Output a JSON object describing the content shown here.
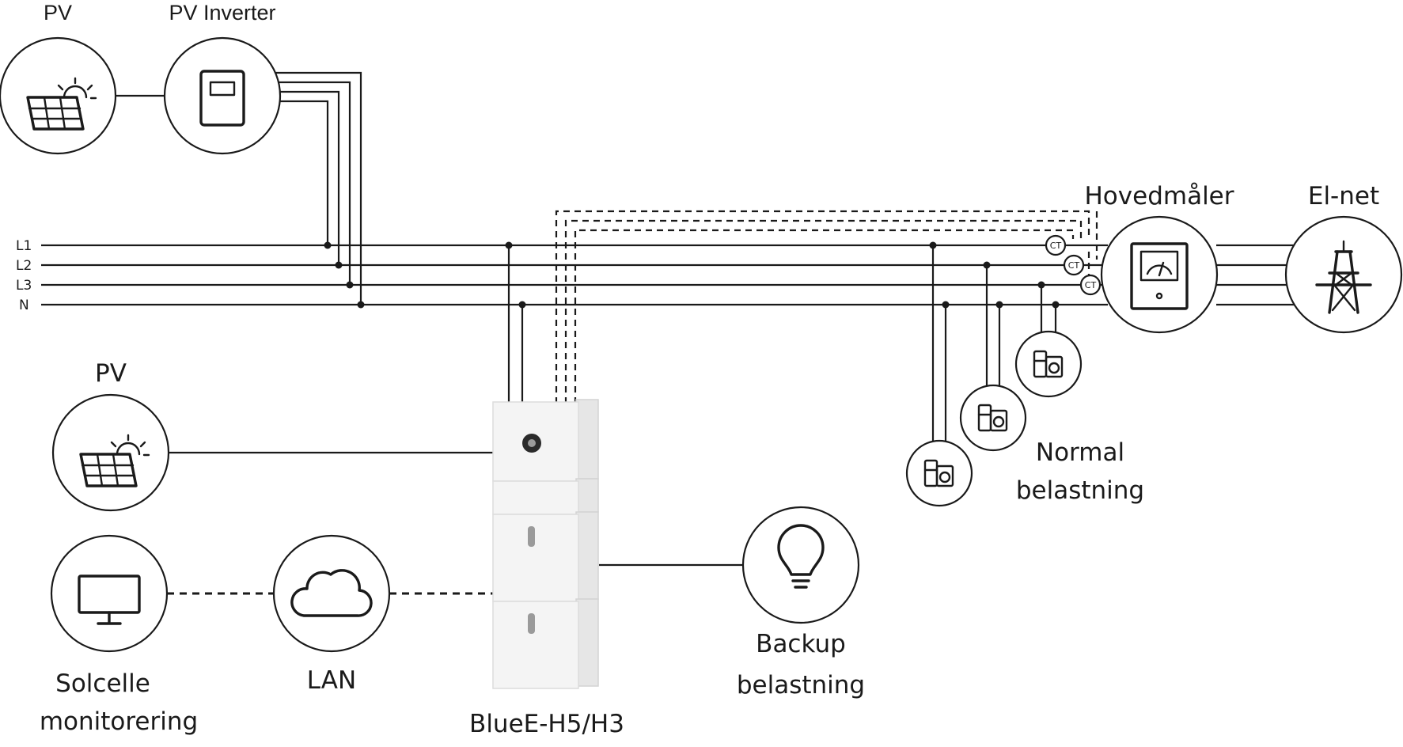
{
  "labels": {
    "pv_top": "PV",
    "pv_inverter": "PV Inverter",
    "pv_left": "PV",
    "main_meter": "Hovedmåler",
    "grid": "El-net",
    "normal_load_1": "Normal",
    "normal_load_2": "belastning",
    "backup_load_1": "Backup",
    "backup_load_2": "belastning",
    "monitoring_1": "Solcelle",
    "monitoring_2": "monitorering",
    "lan": "LAN",
    "system": "BlueE-H5/H3"
  },
  "phases": [
    "L1",
    "L2",
    "L3",
    "N"
  ],
  "ct_label": "CT",
  "icons": {
    "pv": "solar-panel-icon",
    "inverter": "inverter-icon",
    "meter": "meter-icon",
    "grid": "power-tower-icon",
    "load": "appliance-icon",
    "backup": "lightbulb-icon",
    "monitor": "monitor-icon",
    "lan": "cloud-icon"
  },
  "colors": {
    "line": "#1a1a1a",
    "background": "#ffffff",
    "battery": "#f4f4f4"
  }
}
